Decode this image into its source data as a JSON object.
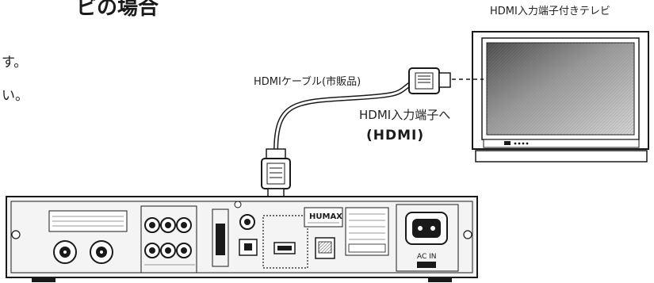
{
  "heading_fragment": "ビの場合",
  "body_fragments": [
    "す。",
    "い。"
  ],
  "cable_label": "HDMIケーブル(市販品)",
  "tv_label": "HDMI入力端子付きテレビ",
  "hdmi_input_label": "HDMI入力端子へ",
  "hdmi_logo_text": "(HDMI)",
  "brand_logo_text": "HUMAX",
  "rear_panel_labels": {
    "mains_label": "AC IN"
  },
  "colors": {
    "ink": "#1a1a1a",
    "panel_fill": "#f4f4f4",
    "screen_dark": "#6a6a6a",
    "screen_light": "#c8c8c8",
    "cable_fill": "#ffffff"
  }
}
